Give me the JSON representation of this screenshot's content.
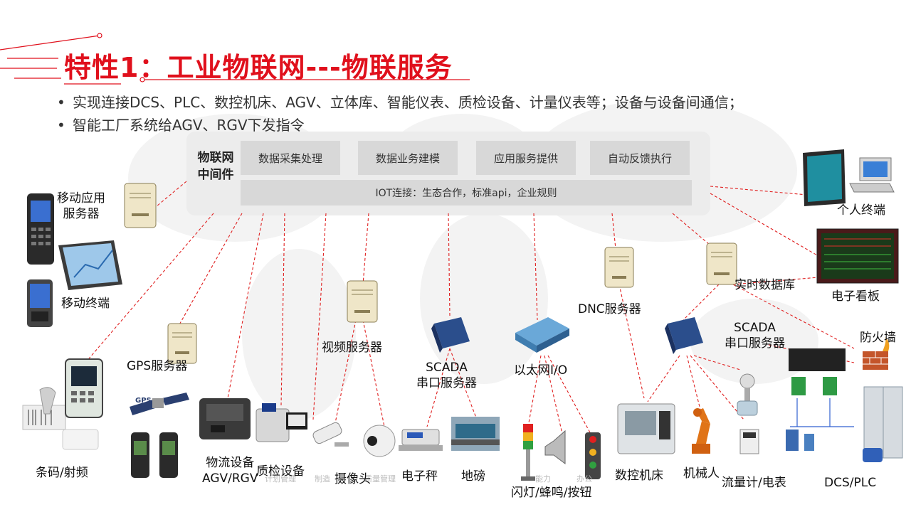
{
  "title": "特性1：工业物联网---物联服务",
  "bullets": [
    "实现连接DCS、PLC、数控机床、AGV、立体库、智能仪表、质检设备、计量仪表等；设备与设备间通信；",
    "智能工厂系统给AGV、RGV下发指令"
  ],
  "middleware": {
    "label_line1": "物联网",
    "label_line2": "中间件",
    "modules": [
      "数据采集处理",
      "数据业务建模",
      "应用服务提供",
      "自动反馈执行"
    ],
    "iot_bar": "IOT连接：生态合作，标准api，企业规则"
  },
  "nodes": {
    "mobile_app_server_l1": "移动应用",
    "mobile_app_server_l2": "服务器",
    "mobile_terminal": "移动终端",
    "barcode_rfid": "条码/射频",
    "gps_server": "GPS服务器",
    "logistics_l1": "物流设备",
    "logistics_l2": "AGV/RGV",
    "qc_equipment": "质检设备",
    "video_server": "视频服务器",
    "camera": "摄像头",
    "scada_serial_1_l1": "SCADA",
    "scada_serial_1_l2": "串口服务器",
    "e_scale": "电子秤",
    "weighbridge": "地磅",
    "ethernet_io": "以太网I/O",
    "light_buzzer": "闪灯/蜂鸣/按钮",
    "dnc_server": "DNC服务器",
    "cnc": "数控机床",
    "robot": "机械人",
    "scada_serial_2_l1": "SCADA",
    "scada_serial_2_l2": "串口服务器",
    "flow_meter": "流量计/电表",
    "realtime_db": "实时数据库",
    "e_board": "电子看板",
    "personal_terminal": "个人终端",
    "firewall": "防火墙",
    "dcs_plc": "DCS/PLC"
  },
  "ghost_text": [
    "计划管理",
    "制造",
    "质量管理",
    "能力",
    "办公"
  ],
  "colors": {
    "title": "#e0101c",
    "link": "#e02020",
    "panel": "#ececec",
    "module": "#d8d8d8"
  }
}
